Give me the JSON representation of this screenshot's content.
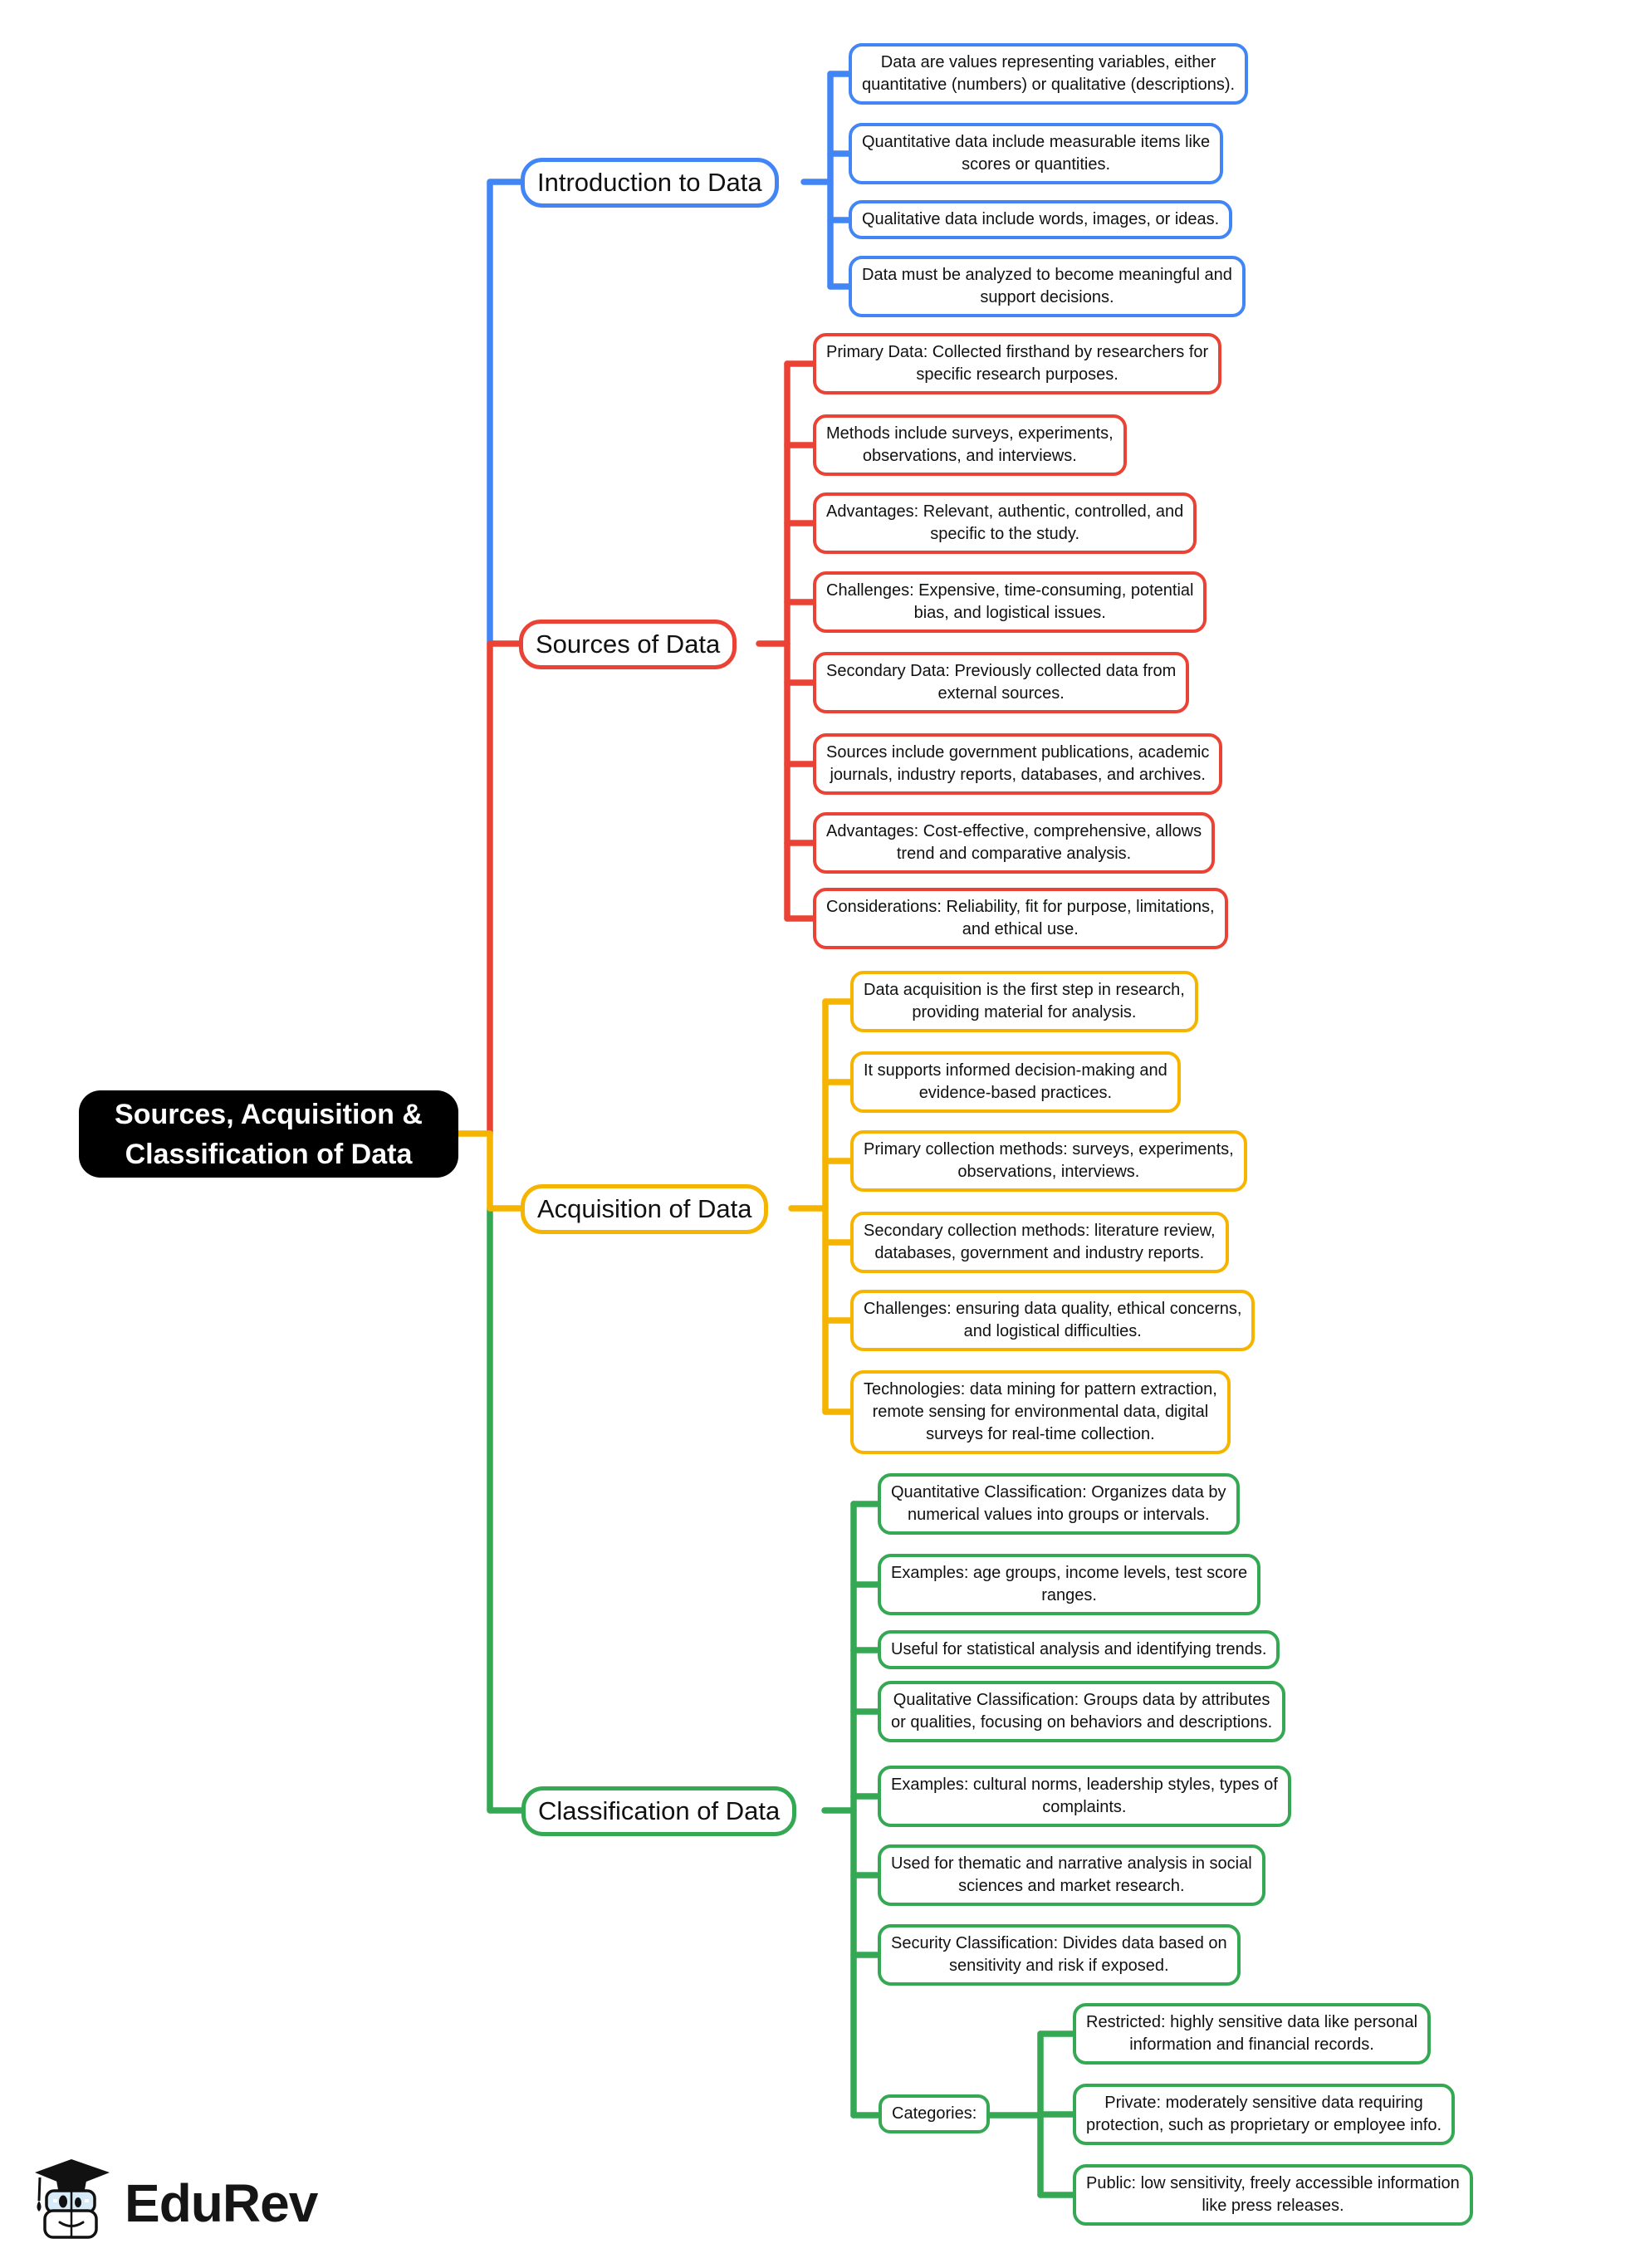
{
  "title": {
    "text": "Sources, Acquisition &\nClassification of Data"
  },
  "branches": [
    {
      "label": "Introduction to Data",
      "color": "#4285F4",
      "leaves": [
        "Data are values representing variables, either\nquantitative (numbers) or qualitative (descriptions).",
        "Quantitative data include measurable items like\nscores or quantities.",
        "Qualitative data include words, images, or ideas.",
        "Data must be analyzed to become meaningful and\nsupport decisions."
      ]
    },
    {
      "label": "Sources of Data",
      "color": "#EA4335",
      "leaves": [
        "Primary Data: Collected firsthand by researchers for\nspecific research purposes.",
        "Methods include surveys, experiments,\nobservations, and interviews.",
        "Advantages: Relevant, authentic, controlled, and\nspecific to the study.",
        "Challenges: Expensive, time-consuming, potential\nbias, and logistical issues.",
        "Secondary Data: Previously collected data from\nexternal sources.",
        "Sources include government publications, academic\njournals, industry reports, databases, and archives.",
        "Advantages: Cost-effective, comprehensive, allows\ntrend and comparative analysis.",
        "Considerations: Reliability, fit for purpose, limitations,\nand ethical use."
      ]
    },
    {
      "label": "Acquisition of Data",
      "color": "#F5B400",
      "leaves": [
        "Data acquisition is the first step in research,\nproviding material for analysis.",
        "It supports informed decision-making and\nevidence-based practices.",
        "Primary collection methods: surveys, experiments,\nobservations, interviews.",
        "Secondary collection methods: literature review,\ndatabases, government and industry reports.",
        "Challenges: ensuring data quality, ethical concerns,\nand logistical difficulties.",
        "Technologies: data mining for pattern extraction,\nremote sensing for environmental data, digital\nsurveys for real-time collection."
      ]
    },
    {
      "label": "Classification of Data",
      "color": "#34A853",
      "leaves": [
        "Quantitative Classification: Organizes data by\nnumerical values into groups or intervals.",
        "Examples: age groups, income levels, test score\nranges.",
        "Useful for statistical analysis and identifying trends.",
        "Qualitative Classification: Groups data by attributes\nor qualities, focusing on behaviors and descriptions.",
        "Examples: cultural norms, leadership styles, types of\ncomplaints.",
        "Used for thematic and narrative analysis in social\nsciences and market research.",
        "Security Classification: Divides data based on\nsensitivity and risk if exposed."
      ],
      "sub": {
        "label": "Categories:",
        "leaves": [
          "Restricted: highly sensitive data like personal\ninformation and financial records.",
          "Private: moderately sensitive data requiring\nprotection, such as proprietary or employee info.",
          "Public: low sensitivity, freely accessible information\nlike press releases."
        ]
      }
    }
  ],
  "logo": {
    "text": "EduRev"
  }
}
